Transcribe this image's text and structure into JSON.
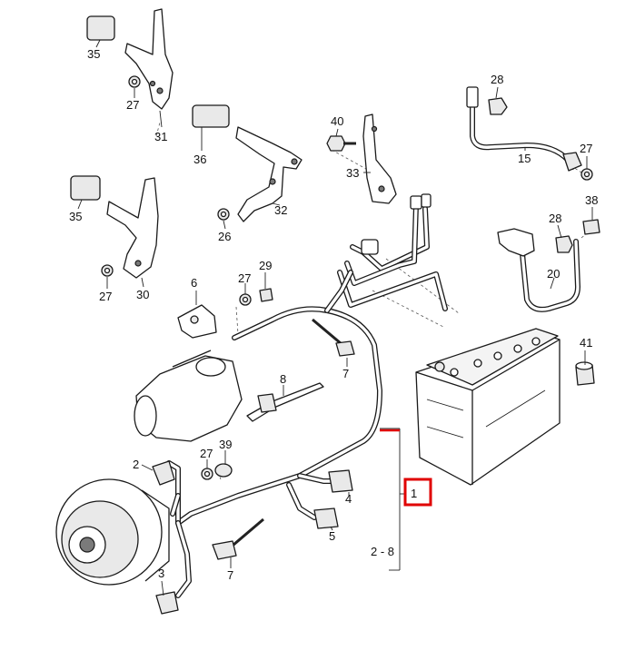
{
  "diagram": {
    "labels": {
      "p35a": "35",
      "p27a": "27",
      "p31": "31",
      "p36": "36",
      "p35b": "35",
      "p27b": "27",
      "p30": "30",
      "p32": "32",
      "p26": "26",
      "p40": "40",
      "p33": "33",
      "p28a": "28",
      "p15": "15",
      "p27c": "27",
      "p38": "38",
      "p28b": "28",
      "p20": "20",
      "p6": "6",
      "p27d": "27",
      "p29": "29",
      "p7a": "7",
      "p8": "8",
      "p41": "41",
      "p2": "2",
      "p27e": "27",
      "p39": "39",
      "p4": "4",
      "p5": "5",
      "p3": "3",
      "p7b": "7",
      "p1": "1",
      "range": "2 - 8"
    },
    "highlight_color": "#e00000"
  }
}
